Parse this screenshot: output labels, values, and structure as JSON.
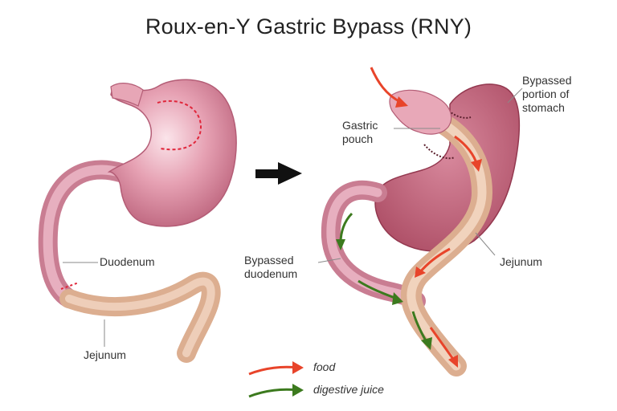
{
  "title": "Roux-en-Y Gastric Bypass (RNY)",
  "labels": {
    "duodenum": "Duodenum",
    "jejunum_left": "Jejunum",
    "gastric_pouch_line1": "Gastric",
    "gastric_pouch_line2": "pouch",
    "bypassed_stomach_line1": "Bypassed",
    "bypassed_stomach_line2": "portion of",
    "bypassed_stomach_line3": "stomach",
    "jejunum_right": "Jejunum",
    "bypassed_duodenum_line1": "Bypassed",
    "bypassed_duodenum_line2": "duodenum"
  },
  "legend": {
    "food": "food",
    "digestive_juice": "digestive juice"
  },
  "colors": {
    "stomach": "#c76a84",
    "intestine": "#e8b79a",
    "food_arrow": "#e8442a",
    "juice_arrow": "#3c7a1e",
    "pointer": "#8a8a8a",
    "cut_line": "#e0263a"
  }
}
